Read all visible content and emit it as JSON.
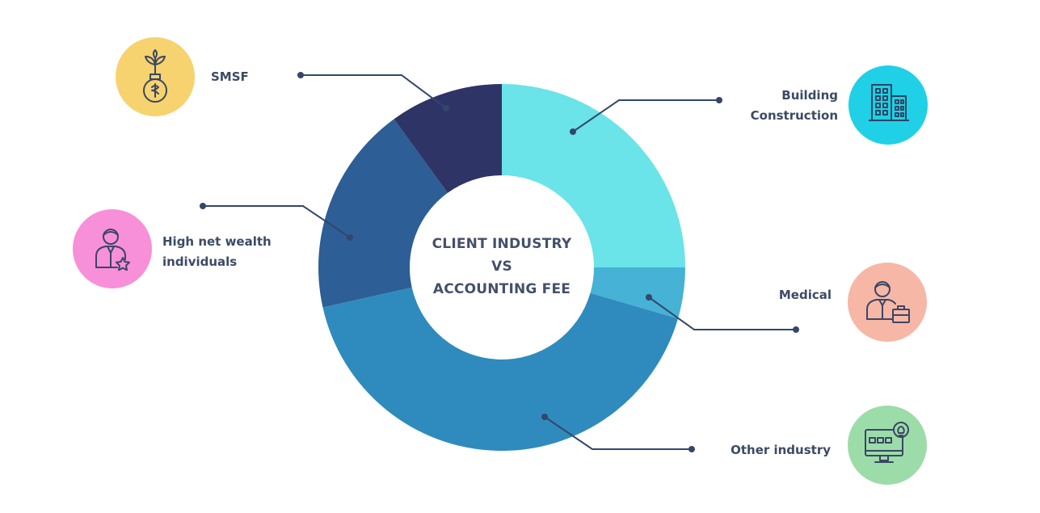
{
  "chart_data": {
    "type": "pie",
    "title": [
      "CLIENT INDUSTRY",
      "VS",
      "ACCOUNTING FEE"
    ],
    "series": [
      {
        "name": "Building Construction",
        "label_lines": [
          "Building",
          "Construction"
        ],
        "value": 25,
        "color": "#6ae3e9",
        "icon": "buildings-icon",
        "icon_bg": "#1fd0e6"
      },
      {
        "name": "Medical",
        "label_lines": [
          "Medical"
        ],
        "value": 4.5,
        "color": "#45b2d6",
        "icon": "doctor-briefcase-icon",
        "icon_bg": "#f7b7a6"
      },
      {
        "name": "Other industry",
        "label_lines": [
          "Other industry"
        ],
        "value": 42,
        "color": "#2f8bbd",
        "icon": "computer-idea-icon",
        "icon_bg": "#9cdca8"
      },
      {
        "name": "High net wealth individuals",
        "label_lines": [
          "High net wealth",
          "individuals"
        ],
        "value": 18.5,
        "color": "#2d5e95",
        "icon": "person-star-icon",
        "icon_bg": "#f88fd9"
      },
      {
        "name": "SMSF",
        "label_lines": [
          "SMSF"
        ],
        "value": 10,
        "color": "#2f3466",
        "icon": "money-plant-icon",
        "icon_bg": "#f6d36e"
      }
    ]
  }
}
